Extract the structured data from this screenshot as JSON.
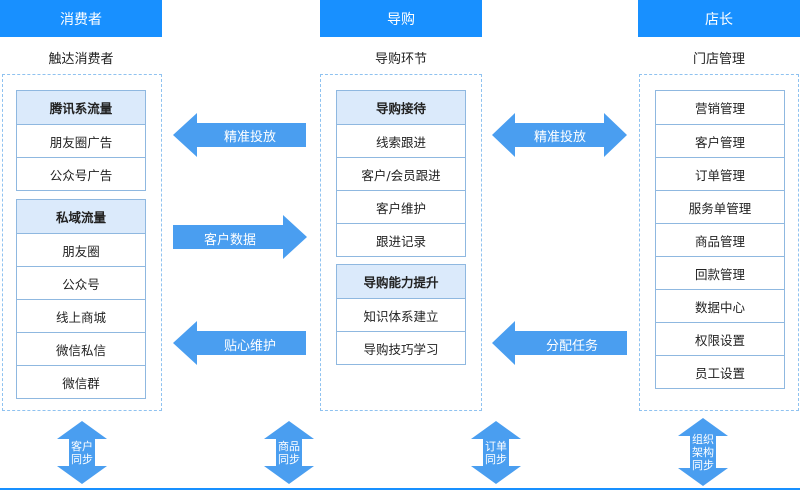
{
  "columns": {
    "left": {
      "header": "消费者",
      "subtitle": "触达消费者"
    },
    "middle": {
      "header": "导购",
      "subtitle": "导购环节"
    },
    "right": {
      "header": "店长",
      "subtitle": "门店管理"
    }
  },
  "left_groups": [
    {
      "title": "腾讯系流量",
      "items": [
        "朋友圈广告",
        "公众号广告"
      ]
    },
    {
      "title": "私域流量",
      "items": [
        "朋友圈",
        "公众号",
        "线上商城",
        "微信私信",
        "微信群"
      ]
    }
  ],
  "middle_groups": [
    {
      "title": "导购接待",
      "items": [
        "线索跟进",
        "客户/会员跟进",
        "客户维护",
        "跟进记录"
      ]
    },
    {
      "title": "导购能力提升",
      "items": [
        "知识体系建立",
        "导购技巧学习"
      ]
    }
  ],
  "right_items": [
    "营销管理",
    "客户管理",
    "订单管理",
    "服务单管理",
    "商品管理",
    "回款管理",
    "数据中心",
    "权限设置",
    "员工设置"
  ],
  "arrows": {
    "left_top": "精准投放",
    "left_mid": "客户数据",
    "left_bottom": "贴心维护",
    "right_top": "精准投放",
    "right_bottom": "分配任务"
  },
  "sync": {
    "s1": [
      "客户",
      "同步"
    ],
    "s2": [
      "商品",
      "同步"
    ],
    "s3": [
      "订单",
      "同步"
    ],
    "s4": [
      "组织",
      "架构",
      "同步"
    ]
  },
  "colors": {
    "accent": "#1890ff",
    "arrow": "#4a9ef0",
    "header_cell": "#dbeafb"
  }
}
